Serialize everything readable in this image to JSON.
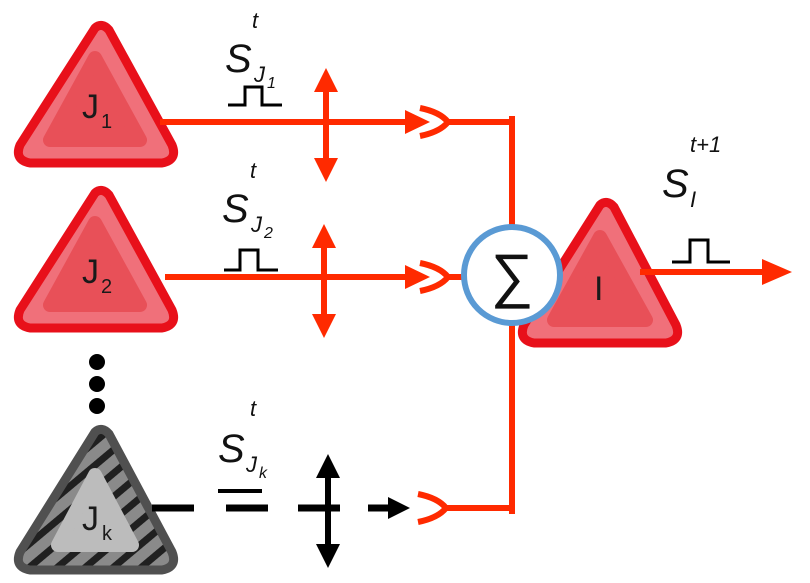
{
  "neurons": {
    "j1": {
      "label": "J",
      "sub": "1"
    },
    "j2": {
      "label": "J",
      "sub": "2"
    },
    "jk": {
      "label": "J",
      "sub": "k"
    },
    "i": {
      "label": "I"
    }
  },
  "signals": {
    "s1": {
      "base": "S",
      "sub": "J",
      "subsub": "1",
      "sup": "t"
    },
    "s2": {
      "base": "S",
      "sub": "J",
      "subsub": "2",
      "sup": "t"
    },
    "sk": {
      "base": "S",
      "sub": "J",
      "subsub": "k",
      "sup": "t"
    },
    "si": {
      "base": "S",
      "sub": "I",
      "sup": "t+1"
    }
  },
  "summation": {
    "symbol": "∑"
  },
  "colors": {
    "active_red": "#ff2a00",
    "neuron_fill": "#f0707a",
    "neuron_inner": "#e85058",
    "neuron_stroke": "#e8101a",
    "inactive_fill": "#8a8a8a",
    "inactive_inner": "#bcbcbc",
    "inactive_stroke": "#505050",
    "black": "#000000",
    "sum_ring": "#5a9ad4"
  }
}
